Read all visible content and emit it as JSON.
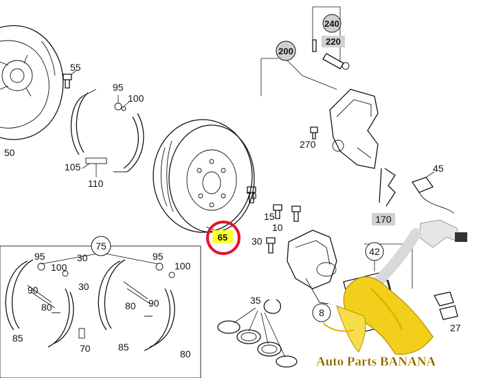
{
  "diagram": {
    "callouts": {
      "c240": "240",
      "c220": "220",
      "c200": "200",
      "c270": "270",
      "c45": "45",
      "c170": "170",
      "c55": "55",
      "c50": "50",
      "c95a": "95",
      "c100a": "100",
      "c105": "105",
      "c110": "110",
      "c70a": "70",
      "c15": "15",
      "c10": "10",
      "c30a": "30",
      "c75": "75",
      "c95b": "95",
      "c100b": "100",
      "c30b": "30",
      "c30c": "30",
      "c90a": "90",
      "c80a": "80",
      "c85a": "85",
      "c70b": "70",
      "c95c": "95",
      "c100c": "100",
      "c80b": "80",
      "c90b": "90",
      "c85b": "85",
      "c80c": "80",
      "c35": "35",
      "c42": "42",
      "c8": "8",
      "c27": "27"
    },
    "highlight": {
      "label": "65",
      "ring_color": "#e8102a",
      "fill_color": "#ffff33"
    },
    "boxed_fill": "#d0d0d0"
  },
  "watermark": {
    "brand": "Auto Parts BANANA",
    "text_color": "#7a5a00",
    "banana_color": "#f2cf1a"
  }
}
